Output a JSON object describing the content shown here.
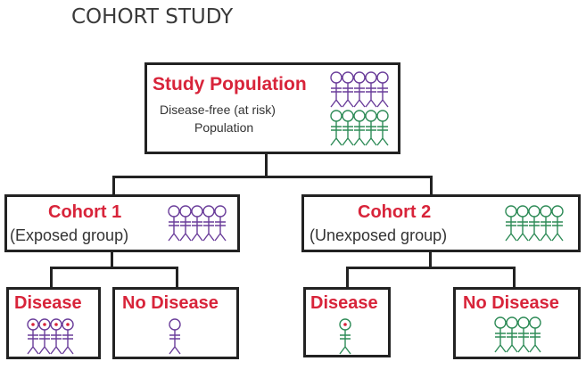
{
  "title": "COHORT STUDY",
  "colors": {
    "exposed": "#6a3d9a",
    "unexposed": "#2e8b57",
    "label_red": "#d8243a",
    "text_gray": "#333333",
    "border": "#222222"
  },
  "study_population": {
    "heading": "Study Population",
    "line1": "Disease-free (at risk)",
    "line2": "Population",
    "figures": [
      {
        "group": "exposed",
        "count": 5
      },
      {
        "group": "unexposed",
        "count": 5
      }
    ]
  },
  "cohorts": [
    {
      "heading": "Cohort 1",
      "subtitle": "(Exposed group)",
      "figures": {
        "group": "exposed",
        "count": 5
      },
      "outcomes": [
        {
          "label": "Disease",
          "figures": {
            "group": "exposed",
            "count": 4,
            "diseased": true
          }
        },
        {
          "label": "No Disease",
          "figures": {
            "group": "exposed",
            "count": 1,
            "diseased": false
          }
        }
      ]
    },
    {
      "heading": "Cohort 2",
      "subtitle": "(Unexposed group)",
      "figures": {
        "group": "unexposed",
        "count": 5
      },
      "outcomes": [
        {
          "label": "Disease",
          "figures": {
            "group": "unexposed",
            "count": 1,
            "diseased": true
          }
        },
        {
          "label": "No Disease",
          "figures": {
            "group": "unexposed",
            "count": 4,
            "diseased": false
          }
        }
      ]
    }
  ]
}
